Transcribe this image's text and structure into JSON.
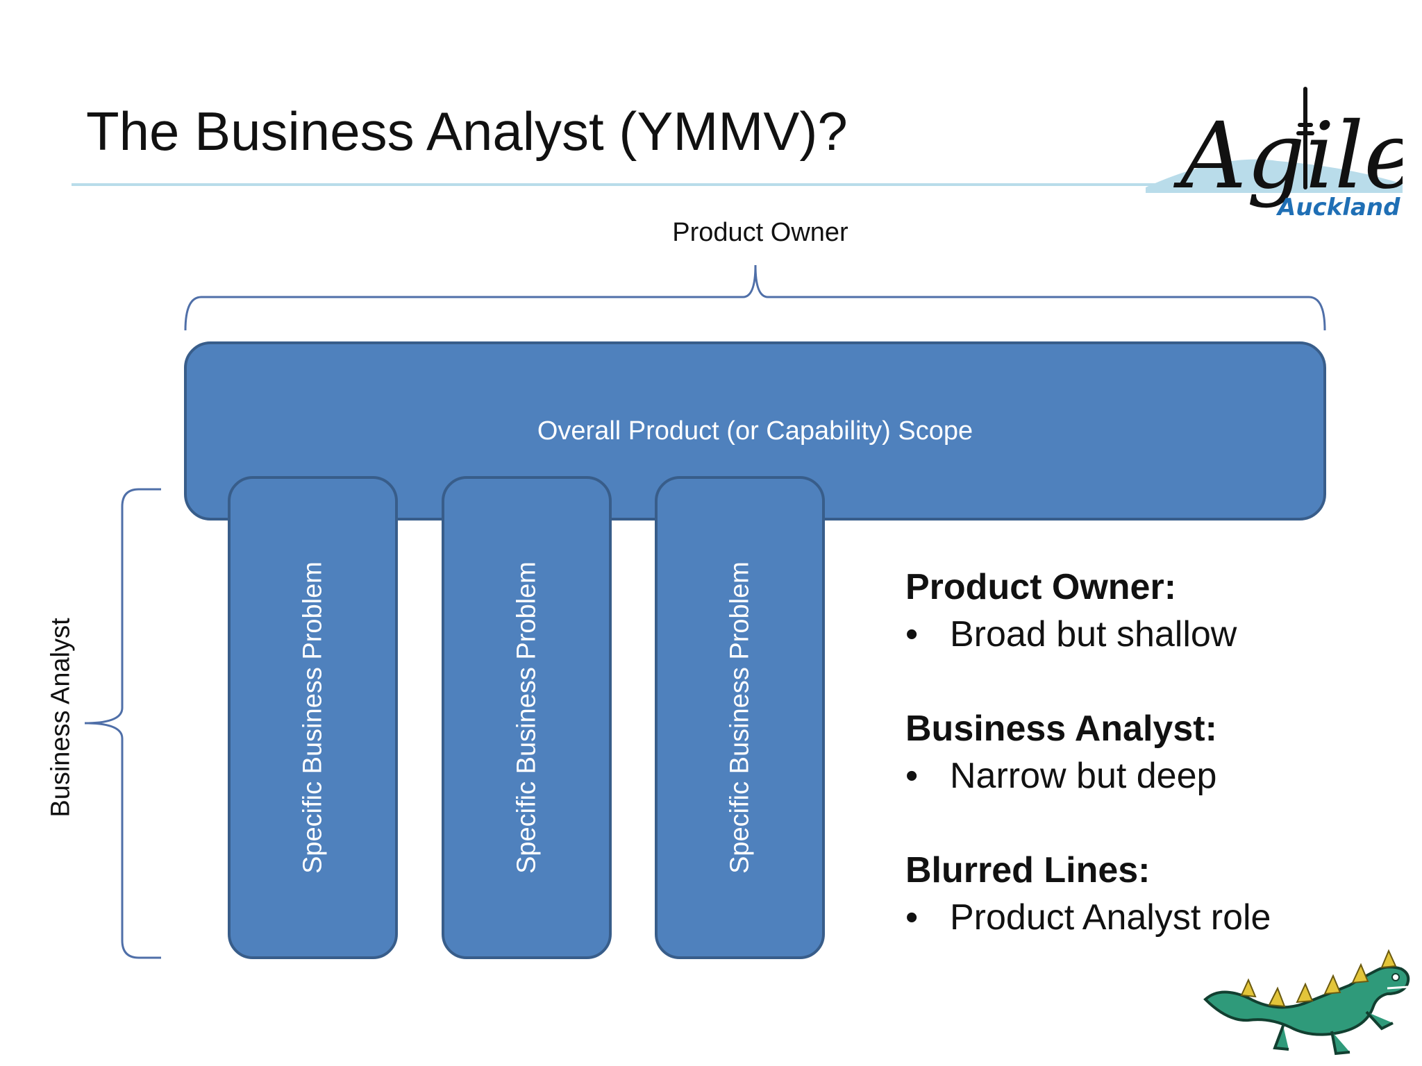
{
  "slide": {
    "title": "The Business Analyst (YMMV)?"
  },
  "logo": {
    "main_text": "Agile",
    "sub_text": "Auckland"
  },
  "diagram": {
    "product_owner_label": "Product Owner",
    "business_analyst_label": "Business Analyst",
    "scope_label": "Overall Product (or Capability) Scope",
    "pillars": [
      "Specific Business Problem",
      "Specific Business Problem",
      "Specific Business Problem"
    ],
    "box_fill": "#4f81bd",
    "box_border": "#385d8a",
    "brace_color": "#4f6fa8"
  },
  "notes": [
    {
      "heading": "Product Owner:",
      "bullet": "Broad but shallow"
    },
    {
      "heading": "Business Analyst:",
      "bullet": "Narrow but deep"
    },
    {
      "heading": "Blurred Lines:",
      "bullet": "Product Analyst role"
    }
  ],
  "bullet_symbol": "•",
  "mascot": {
    "icon": "dragon-icon"
  }
}
